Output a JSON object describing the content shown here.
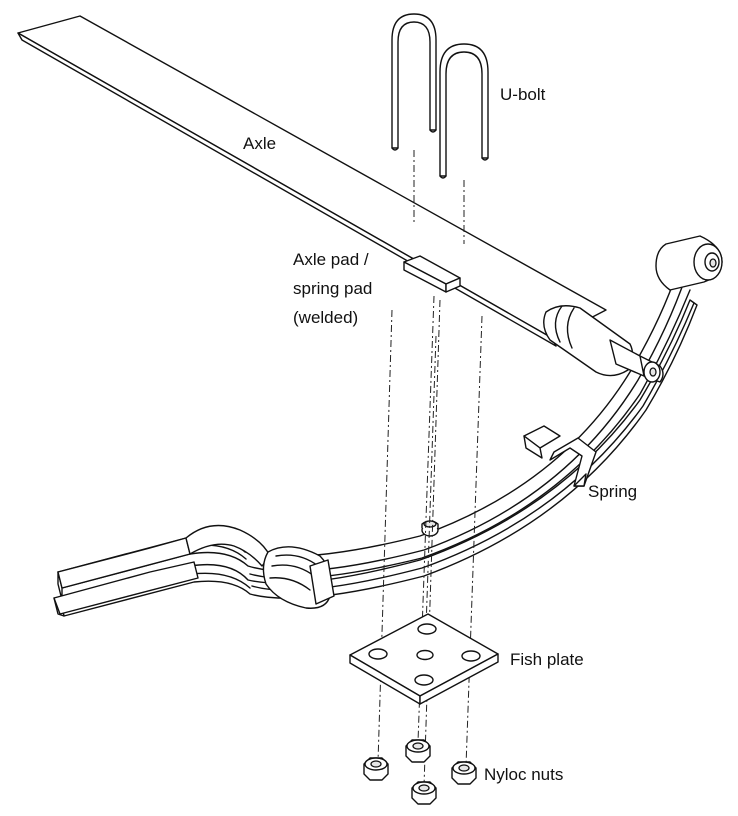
{
  "labels": {
    "u_bolt": "U-bolt",
    "axle": "Axle",
    "axle_pad_line1": "Axle pad /",
    "axle_pad_line2": "spring pad",
    "axle_pad_line3": "(welded)",
    "spring": "Spring",
    "fish_plate": "Fish plate",
    "nyloc_nuts": "Nyloc nuts"
  },
  "colors": {
    "line": "#111111",
    "fill": "#ffffff",
    "shade": "#e6e6e6"
  }
}
